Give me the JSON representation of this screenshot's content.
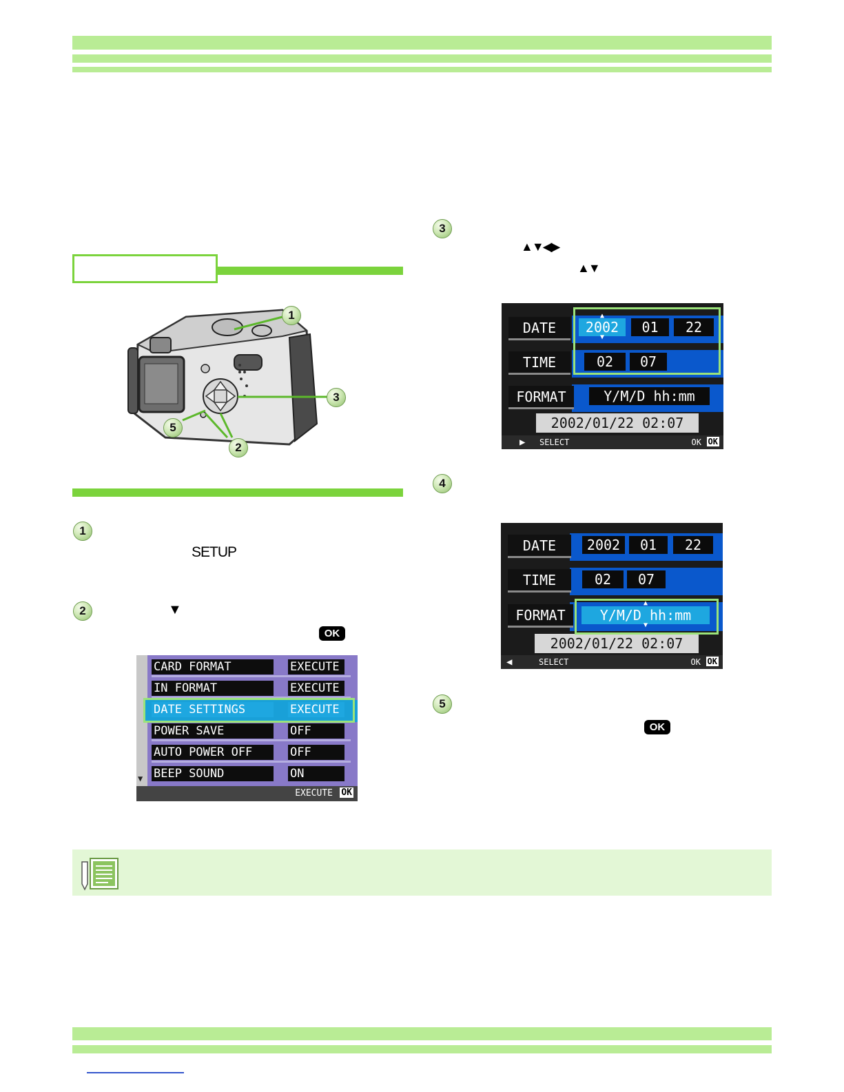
{
  "section_tab": {
    "label": ""
  },
  "camera_callouts": [
    "1",
    "2",
    "3",
    "5"
  ],
  "steps_left": [
    {
      "num": "1",
      "inline": "SETUP"
    },
    {
      "num": "2",
      "arrow": "▼"
    }
  ],
  "steps_right": [
    {
      "num": "3",
      "arrows_line1": "▲▼◀▶",
      "arrows_line2": "▲▼"
    },
    {
      "num": "4"
    },
    {
      "num": "5"
    }
  ],
  "ok_badge": "OK",
  "setup_menu": {
    "items": [
      {
        "name": "CARD FORMAT",
        "value": "EXECUTE",
        "selected": false
      },
      {
        "name": "IN FORMAT",
        "value": "EXECUTE",
        "selected": false
      },
      {
        "name": "DATE SETTINGS",
        "value": "EXECUTE",
        "selected": true
      },
      {
        "name": "POWER SAVE",
        "value": "OFF",
        "selected": false
      },
      {
        "name": "AUTO POWER OFF",
        "value": "OFF",
        "selected": false
      },
      {
        "name": "BEEP SOUND",
        "value": "ON",
        "selected": false
      }
    ],
    "footer": "EXECUTE",
    "footer_ok": "OK"
  },
  "date_screen_1": {
    "date_label": "DATE",
    "year": "2002",
    "month": "01",
    "day": "22",
    "time_label": "TIME",
    "hour": "02",
    "minute": "07",
    "format_label": "FORMAT",
    "format_value": "Y/M/D hh:mm",
    "preview": "2002/01/22 02:07",
    "footer_left": "SELECT",
    "footer_right": "OK",
    "footer_ok": "OK"
  },
  "date_screen_2": {
    "date_label": "DATE",
    "year": "2002",
    "month": "01",
    "day": "22",
    "time_label": "TIME",
    "hour": "02",
    "minute": "07",
    "format_label": "FORMAT",
    "format_value": "Y/M/D hh:mm",
    "preview": "2002/01/22 02:07",
    "footer_left": "SELECT",
    "footer_right": "OK",
    "footer_ok": "OK"
  }
}
